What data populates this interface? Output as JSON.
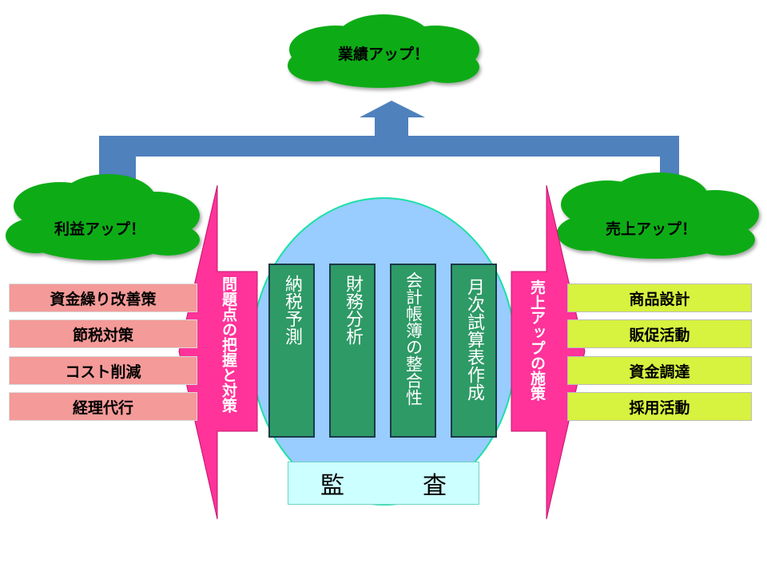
{
  "top_goal": "業績アップ！",
  "left_goal": "利益アップ！",
  "right_goal": "売上アップ！",
  "left_arrow_label": "問題点の把握と対策",
  "right_arrow_label": "売上アップの施策",
  "left_items": [
    "資金繰り改善策",
    "節税対策",
    "コスト削減",
    "経理代行"
  ],
  "right_items": [
    "商品設計",
    "販促活動",
    "資金調達",
    "採用活動"
  ],
  "pillars": [
    "納税予測",
    "財務分析",
    "会計帳簿の整合性",
    "月次試算表作成"
  ],
  "foundation": "監　査",
  "colors": {
    "cloud": "#0bac16",
    "arrow_blue": "#4f81bd",
    "pink": "#ff3399",
    "circle": "#99ccff",
    "pillar": "#2e9a66",
    "left_box": "#f49a98",
    "right_box": "#d7f23f",
    "foundation_box": "#ccffff"
  }
}
